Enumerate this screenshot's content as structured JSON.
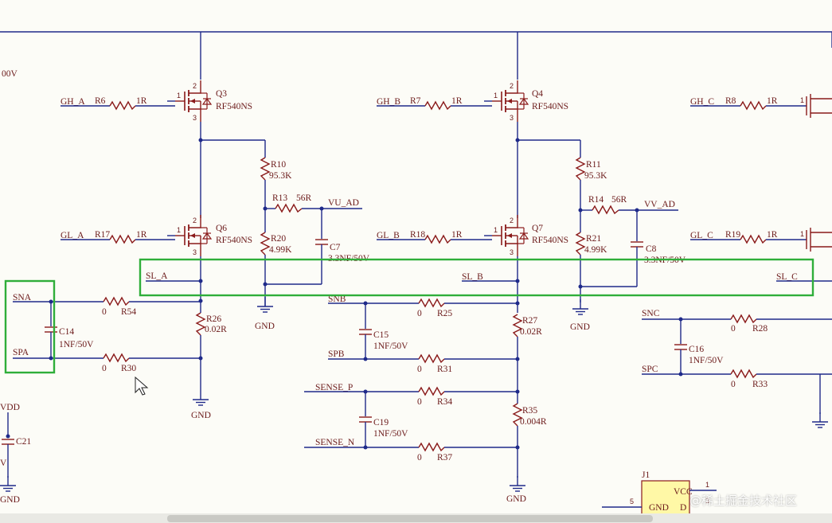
{
  "schematic": {
    "fragments": {
      "v_left_top": "00V",
      "vdd": "VDD",
      "v_left_mid": "V"
    },
    "labels": {
      "q3": "Q3",
      "q3_part": "RF540NS",
      "q4": "Q4",
      "q4_part": "RF540NS",
      "q6": "Q6",
      "q6_part": "RF540NS",
      "q7": "Q7",
      "q7_part": "RF540NS",
      "r6": "R6",
      "r6v": "1R",
      "r7": "R7",
      "r7v": "1R",
      "r8": "R8",
      "r8v": "1R",
      "r17": "R17",
      "r17v": "1R",
      "r18": "R18",
      "r18v": "1R",
      "r19": "R19",
      "r19v": "1R",
      "r10": "R10",
      "r10v": "95.3K",
      "r11": "R11",
      "r11v": "95.3K",
      "r13": "R13",
      "r13v": "56R",
      "r14": "R14",
      "r14v": "56R",
      "r20": "R20",
      "r20v": "4.99K",
      "r21": "R21",
      "r21v": "4.99K",
      "c7": "C7",
      "c7v": "3.3NF/50V",
      "c8": "C8",
      "c8v": "3.3NF/50V",
      "r26": "R26",
      "r26v": "0.02R",
      "r27": "R27",
      "r27v": "0.02R",
      "r35": "R35",
      "r35v": "0.004R",
      "r54": "R54",
      "r54v": "0",
      "r30": "R30",
      "r30v": "0",
      "r25": "R25",
      "r25v": "0",
      "r31": "R31",
      "r31v": "0",
      "r28": "R28",
      "r28v": "0",
      "r33": "R33",
      "r33v": "0",
      "r34": "R34",
      "r34v": "0",
      "r37": "R37",
      "r37v": "0",
      "c14": "C14",
      "c14v": "1NF/50V",
      "c15": "C15",
      "c15v": "1NF/50V",
      "c16": "C16",
      "c16v": "1NF/50V",
      "c19": "C19",
      "c19v": "1NF/50V",
      "c21": "C21",
      "j1": "J1",
      "vcc": "VCC",
      "gnd_pin": "GND",
      "d_pin": "D",
      "pin1": "1",
      "pin5": "5",
      "pin3": "3"
    },
    "nets": {
      "gh_a": "GH_A",
      "gh_b": "GH_B",
      "gh_c": "GH_C",
      "gl_a": "GL_A",
      "gl_b": "GL_B",
      "gl_c": "GL_C",
      "vu_ad": "VU_AD",
      "vv_ad": "VV_AD",
      "sl_a": "SL_A",
      "sl_b": "SL_B",
      "sl_c": "SL_C",
      "sna": "SNA",
      "spa": "SPA",
      "snb": "SNB",
      "spb": "SPB",
      "snc": "SNC",
      "spc": "SPC",
      "sense_p": "SENSE_P",
      "sense_n": "SENSE_N",
      "gnd": "GND"
    }
  },
  "watermark": "@稀土掘金技术社区",
  "colors": {
    "wire": "#1f2a8a",
    "part": "#8a1a1a",
    "text": "#6b1a1a",
    "highlight": "#2fae3a",
    "background": "#fcfcf7"
  }
}
